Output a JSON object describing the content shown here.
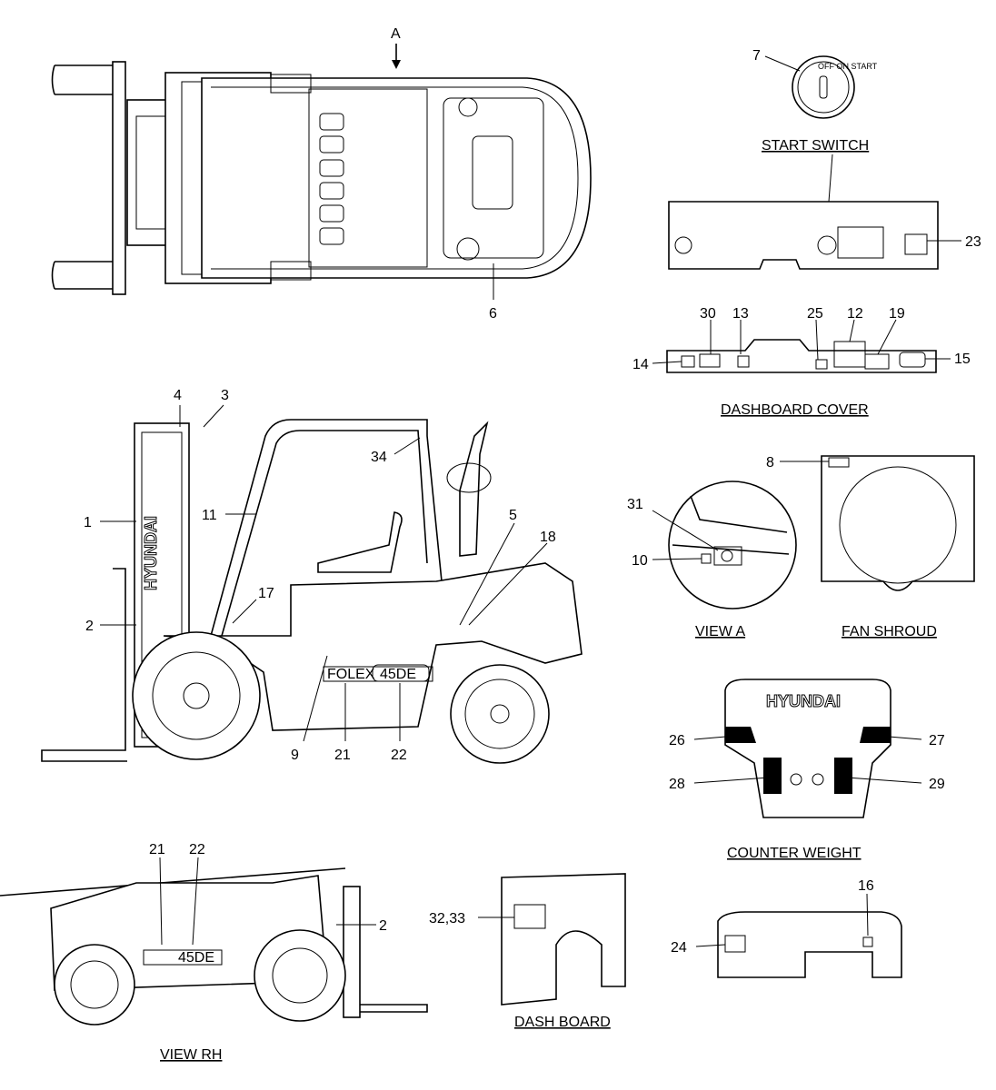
{
  "view_arrow_label": "A",
  "captions": {
    "start_switch": "START SWITCH",
    "dashboard_cover": "DASHBOARD COVER",
    "view_a": "VIEW  A",
    "fan_shroud": "FAN SHROUD",
    "counter_weight": "COUNTER WEIGHT",
    "view_rh": "VIEW  RH",
    "dash_board": "DASH BOARD"
  },
  "brand": {
    "mast_logo": "HYUNDAI",
    "counterweight_logo": "HYUNDAI",
    "model": "45DE",
    "series": "FOLEX"
  },
  "callouts": {
    "c1": "1",
    "c2": "2",
    "c3": "3",
    "c4": "4",
    "c5": "5",
    "c6": "6",
    "c7": "7",
    "c8": "8",
    "c9": "9",
    "c10": "10",
    "c11": "11",
    "c12": "12",
    "c13": "13",
    "c14": "14",
    "c15": "15",
    "c16": "16",
    "c17": "17",
    "c18": "18",
    "c19": "19",
    "c21": "21",
    "c22": "22",
    "c23": "23",
    "c24": "24",
    "c25": "25",
    "c26": "26",
    "c27": "27",
    "c28": "28",
    "c29": "29",
    "c30": "30",
    "c31": "31",
    "c34": "34",
    "c32_33": "32,33",
    "rh_21": "21",
    "rh_22": "22",
    "rh_2": "2",
    "side_21": "21",
    "side_22": "22"
  }
}
